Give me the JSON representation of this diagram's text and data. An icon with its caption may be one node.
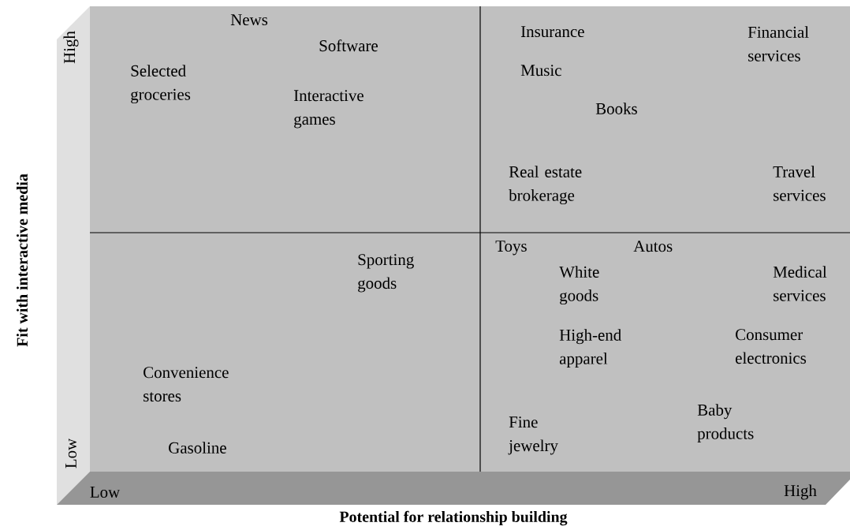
{
  "diagram": {
    "labels": [
      "High",
      "News",
      "Software",
      "Selected groceries",
      "Interactive games",
      "Insurance",
      "Financial services",
      "Music",
      "Books",
      "Real estate brokerage",
      "Travel services",
      "Fit with interactive media",
      "Toys",
      "Autos",
      "Sporting goods",
      "White goods",
      "Medical services",
      "High-end apparel",
      "Consumer electronics",
      "Convenience stores",
      "Fine jewelry",
      "Baby products",
      "Low",
      "Gasoline",
      "Low",
      "High",
      "Potential for relationship building"
    ]
  }
}
